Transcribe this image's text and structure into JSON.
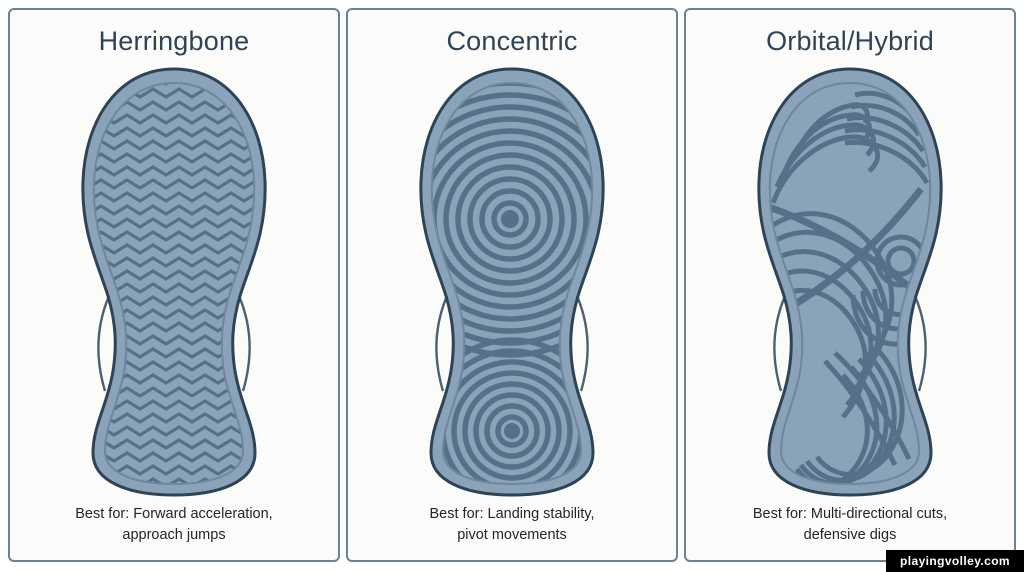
{
  "page": {
    "background_color": "#ffffff",
    "panel_background": "#fbfbfa",
    "panel_border_color": "#6b8196",
    "title_color": "#2e4456",
    "caption_color": "#21262b",
    "sole_fill": "#8ba3b8",
    "sole_outline": "#2e4456",
    "tread_color": "#5a7489"
  },
  "panels": [
    {
      "title": "Herringbone",
      "pattern": "herringbone",
      "caption_line1": "Best for: Forward acceleration,",
      "caption_line2": "approach jumps"
    },
    {
      "title": "Concentric",
      "pattern": "concentric",
      "caption_line1": "Best for: Landing stability,",
      "caption_line2": "pivot movements"
    },
    {
      "title": "Orbital/Hybrid",
      "pattern": "orbital-hybrid",
      "caption_line1": "Best for: Multi-directional cuts,",
      "caption_line2": "defensive digs"
    }
  ],
  "watermark": {
    "text": "playingvolley.com",
    "background_color": "#000000",
    "text_color": "#ffffff"
  }
}
